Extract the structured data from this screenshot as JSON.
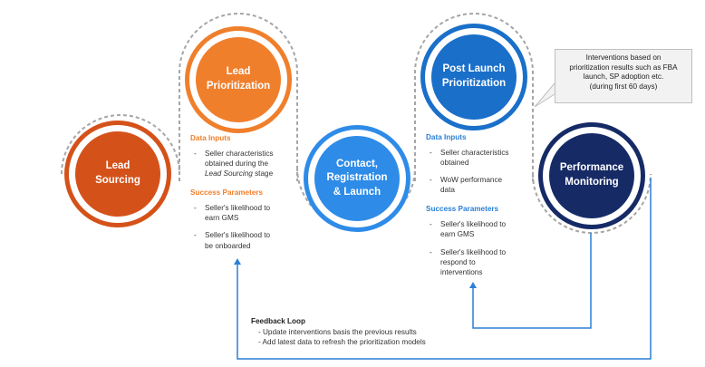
{
  "colors": {
    "orange_dark": "#d4521a",
    "orange": "#f07f2c",
    "blue": "#2e8ce8",
    "blue_dark": "#1a6fc9",
    "navy": "#162a66",
    "connector": "#2a7fd6",
    "dashed": "#a6a6a6"
  },
  "stages": {
    "lead_sourcing": "Lead\nSourcing",
    "lead_prioritization": "Lead\nPrioritization",
    "contact_registration": "Contact,\nRegistration\n& Launch",
    "post_launch_prioritization": "Post Launch\nPrioritization",
    "performance_monitoring": "Performance\nMonitoring"
  },
  "lead_panel": {
    "data_inputs_title": "Data Inputs",
    "data_input_1_line1": "Seller characteristics",
    "data_input_1_line2": "obtained during the",
    "data_input_1_italic": "Lead Sourcing",
    "data_input_1_tail": " stage",
    "success_title": "Success Parameters",
    "success_1": "Seller's likelihood to earn GMS",
    "success_2": "Seller's likelihood to be onboarded"
  },
  "post_panel": {
    "data_inputs_title": "Data Inputs",
    "data_input_1": "Seller characteristics obtained",
    "data_input_2": "WoW performance data",
    "success_title": "Success Parameters",
    "success_1": "Seller's likelihood to earn GMS",
    "success_2": "Seller's likelihood to respond to interventions"
  },
  "callout": {
    "line1": "Interventions based on",
    "line2": "prioritization results such as FBA",
    "line3": "launch, SP adoption etc.",
    "line4": "(during first 60 days)"
  },
  "feedback": {
    "title": "Feedback Loop",
    "item1": "- Update interventions basis the previous results",
    "item2": "- Add latest data to refresh the prioritization models"
  }
}
